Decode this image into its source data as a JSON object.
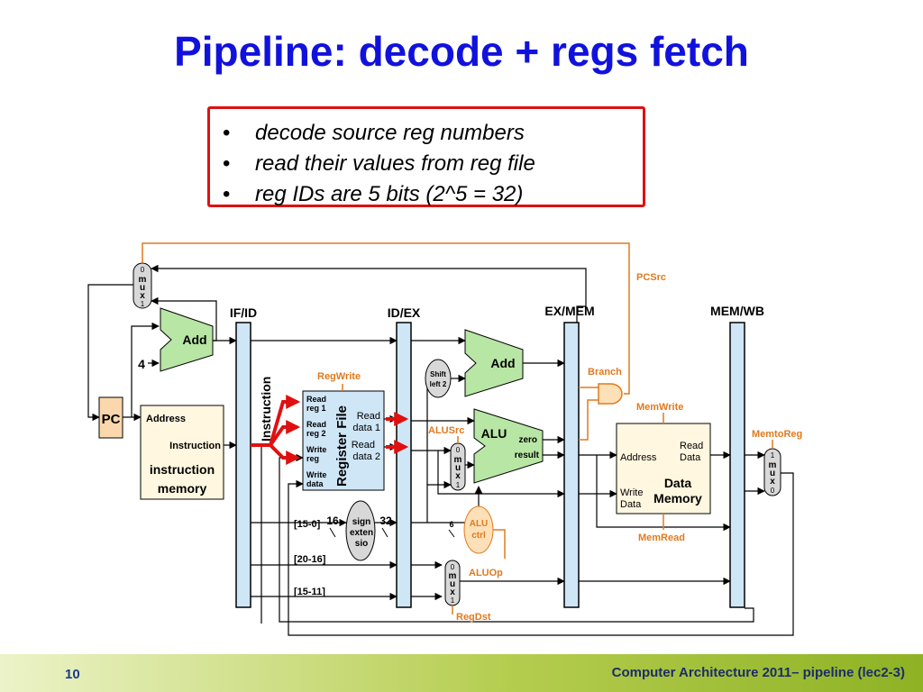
{
  "slide": {
    "title": "Pipeline: decode + regs fetch",
    "bullets": [
      "decode source reg numbers",
      "read their values from reg file",
      "reg IDs are 5 bits (2^5 = 32)"
    ],
    "bullet_marker": "•",
    "page_number": "10",
    "footer": "Computer Architecture 2011– pipeline (lec2-3)"
  },
  "diagram": {
    "colors": {
      "pipeline_register": "#cfe6f7",
      "adder": "#b8e6a4",
      "control": "#e07a1f",
      "control_fill": "#fde0b8",
      "pc_fill": "#fbd7ad",
      "mux_fill": "#d8d8d8",
      "highlight_arrow": "#e01010"
    },
    "pipeline_registers": [
      "IF/ID",
      "ID/EX",
      "EX/MEM",
      "MEM/WB"
    ],
    "pc": "PC",
    "constant_four": "4",
    "adders": {
      "pc_add": "Add",
      "branch_add": "Add"
    },
    "muxes": {
      "pc_mux": [
        "0",
        "m",
        "u",
        "x",
        "1"
      ],
      "alu_mux": [
        "0",
        "m",
        "u",
        "x",
        "1"
      ],
      "regdst_mux": [
        "0",
        "m",
        "u",
        "x",
        "1"
      ],
      "wb_mux": [
        "1",
        "m",
        "u",
        "x",
        "0"
      ]
    },
    "instruction_memory": {
      "address": "Address",
      "instruction": "Instruction",
      "name": "instruction memory"
    },
    "instruction_bus": "Instruction",
    "register_file": {
      "name": "Register File",
      "read_reg1": "Read reg 1",
      "read_reg2": "Read reg 2",
      "write_reg": "Write reg",
      "write_data": "Write data",
      "read_data1": "Read data 1",
      "read_data2": "Read data 2"
    },
    "shift_left": "Shift left 2",
    "sign_extend": "sign exten sio",
    "alu": {
      "name": "ALU",
      "zero": "zero",
      "result": "result"
    },
    "alu_ctrl": "ALU ctrl",
    "data_memory": {
      "address": "Address",
      "read_data": "Read Data",
      "write_data": "Write Data",
      "name": "Data Memory"
    },
    "control_signals": {
      "pcsrc": "PCSrc",
      "branch": "Branch",
      "regwrite": "RegWrite",
      "alusrc": "ALUSrc",
      "aluop": "ALUOp",
      "regdst": "RegDst",
      "memwrite": "MemWrite",
      "memread": "MemRead",
      "memtoreg": "MemtoReg"
    },
    "bit_fields": {
      "imm": "[15-0]",
      "rt": "[20-16]",
      "rd": "[15-11]"
    },
    "widths": {
      "w16": "16",
      "w32": "32",
      "w6": "6"
    }
  }
}
